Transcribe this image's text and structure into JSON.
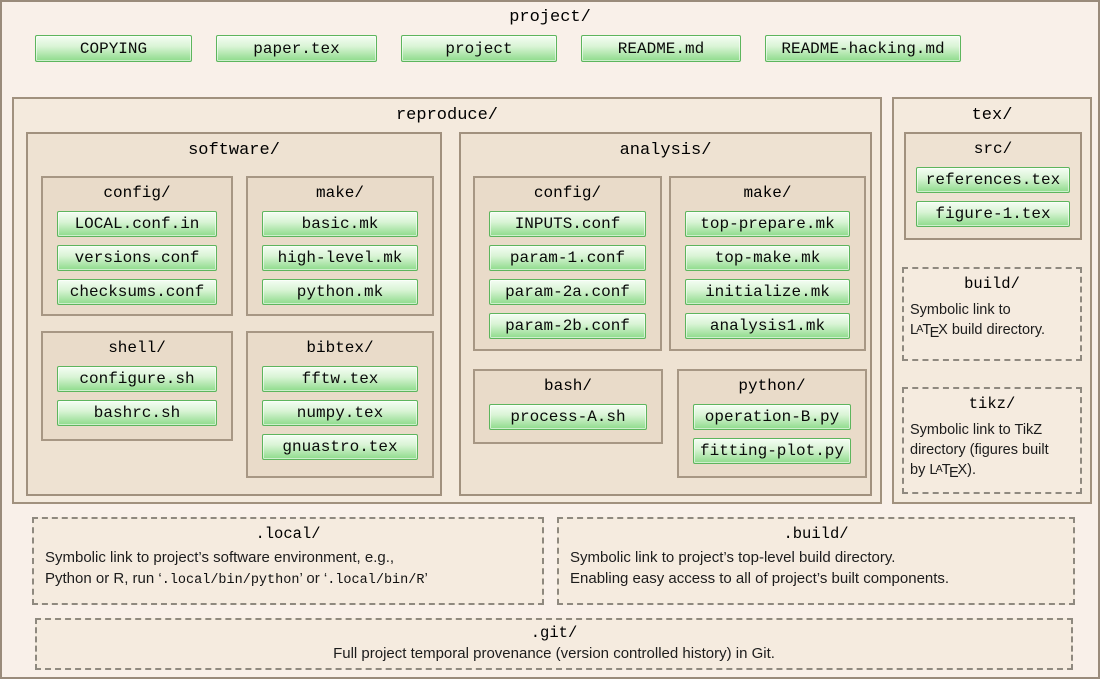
{
  "root": {
    "title": "project/",
    "files": [
      "COPYING",
      "paper.tex",
      "project",
      "README.md",
      "README-hacking.md"
    ]
  },
  "reproduce": {
    "title": "reproduce/",
    "software": {
      "title": "software/",
      "dirs": [
        {
          "title": "config/",
          "files": [
            "LOCAL.conf.in",
            "versions.conf",
            "checksums.conf"
          ]
        },
        {
          "title": "make/",
          "files": [
            "basic.mk",
            "high-level.mk",
            "python.mk"
          ]
        },
        {
          "title": "shell/",
          "files": [
            "configure.sh",
            "bashrc.sh"
          ]
        },
        {
          "title": "bibtex/",
          "files": [
            "fftw.tex",
            "numpy.tex",
            "gnuastro.tex"
          ]
        }
      ]
    },
    "analysis": {
      "title": "analysis/",
      "dirs": [
        {
          "title": "config/",
          "files": [
            "INPUTS.conf",
            "param-1.conf",
            "param-2a.conf",
            "param-2b.conf"
          ]
        },
        {
          "title": "make/",
          "files": [
            "top-prepare.mk",
            "top-make.mk",
            "initialize.mk",
            "analysis1.mk"
          ]
        },
        {
          "title": "bash/",
          "files": [
            "process-A.sh"
          ]
        },
        {
          "title": "python/",
          "files": [
            "operation-B.py",
            "fitting-plot.py"
          ]
        }
      ]
    }
  },
  "tex": {
    "title": "tex/",
    "src": {
      "title": "src/",
      "files": [
        "references.tex",
        "figure-1.tex"
      ]
    },
    "build": {
      "title": "build/",
      "lines": [
        "Symbolic link to",
        "LaTeX build directory."
      ]
    },
    "tikz": {
      "title": "tikz/",
      "lines": [
        "Symbolic link to TikZ",
        "directory (figures built",
        "by LaTeX)."
      ]
    }
  },
  "links": {
    "local": {
      "title": ".local/",
      "lines": [
        "Symbolic link to project’s software environment, e.g.,",
        "Python or R, run ‘`.local/bin/python`’ or ‘`.local/bin/R`’"
      ]
    },
    "build": {
      "title": ".build/",
      "lines": [
        "Symbolic link to project’s top-level build directory.",
        "Enabling easy access to all of project’s built components."
      ]
    },
    "git": {
      "title": ".git/",
      "lines": [
        "Full project temporal provenance (version controlled history) in Git."
      ]
    }
  },
  "colors": {
    "page_background": "#f9f0e9",
    "outer_box_fill": "#f4eadd",
    "section_box_fill": "#eee2d2",
    "dir_box_fill": "#e9dbc9",
    "box_border": "#a1917e",
    "dashed_fill": "#f5ebdf",
    "dashed_border": "#8f897f",
    "file_border": "#5db55d",
    "file_gradient_top": "#f4fdf3",
    "file_gradient_bottom": "#8edb8b",
    "text": "#111111"
  }
}
